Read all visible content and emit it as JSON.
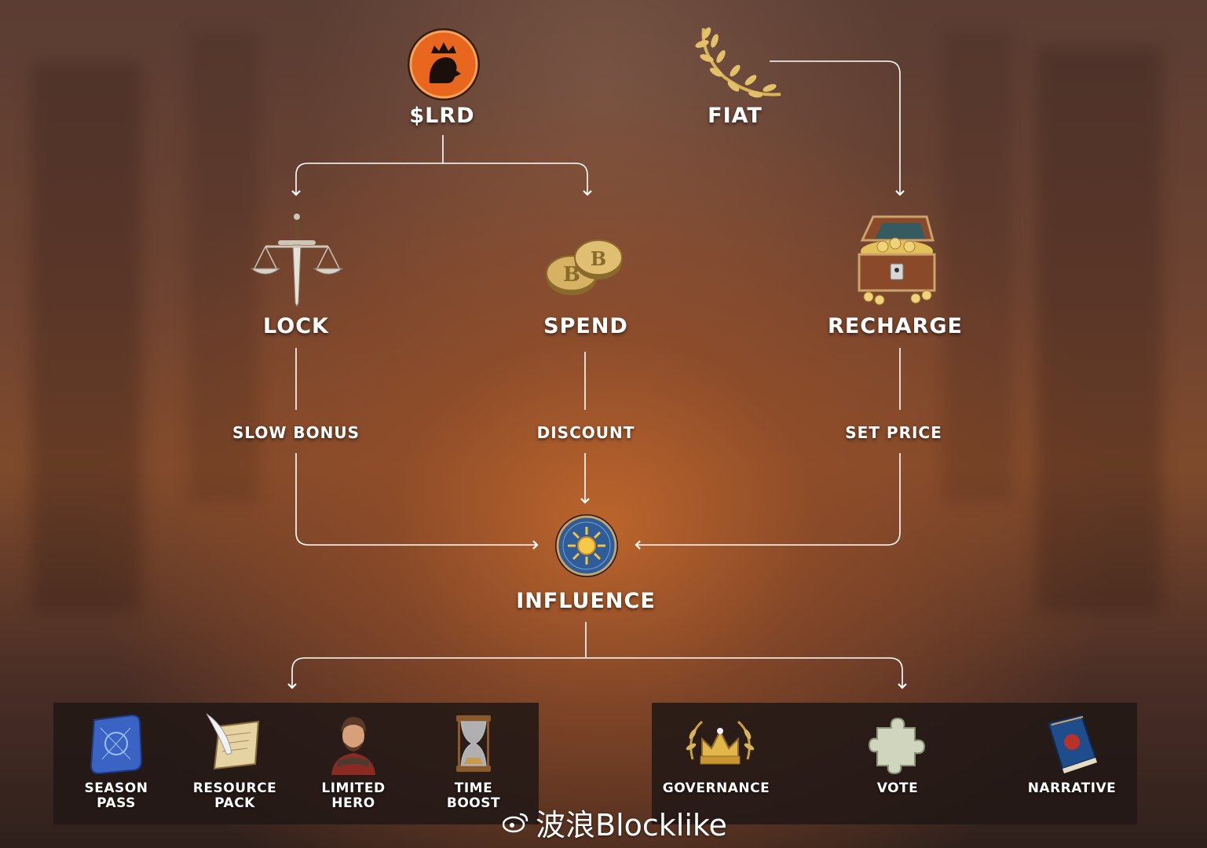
{
  "nodes": {
    "lrd": "$LRD",
    "fiat": "FIAT",
    "lock": "LOCK",
    "spend": "SPEND",
    "recharge": "RECHARGE",
    "influence": "INFLUENCE"
  },
  "edges": {
    "slow_bonus": "SLOW BONUS",
    "discount": "DISCOUNT",
    "set_price": "SET PRICE"
  },
  "left_panel": [
    {
      "label": "SEASON\nPASS",
      "icon": "scroll-map-icon"
    },
    {
      "label": "RESOURCE\nPACK",
      "icon": "quill-scroll-icon"
    },
    {
      "label": "LIMITED\nHERO",
      "icon": "hero-portrait-icon"
    },
    {
      "label": "TIME\nBOOST",
      "icon": "hourglass-icon"
    }
  ],
  "right_panel": [
    {
      "label": "GOVERNANCE",
      "icon": "laurel-crown-icon"
    },
    {
      "label": "VOTE",
      "icon": "puzzle-piece-icon"
    },
    {
      "label": "NARRATIVE",
      "icon": "book-icon"
    }
  ],
  "watermark": "波浪Blocklike",
  "colors": {
    "accent_orange": "#e8661d",
    "influence_blue": "#2e5d9a",
    "gold": "#d8b35a",
    "panel": "#221816"
  }
}
